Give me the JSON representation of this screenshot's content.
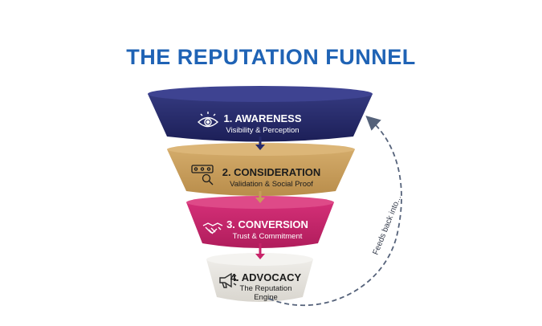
{
  "title": "THE REPUTATION FUNNEL",
  "colors": {
    "title": "#1f63b5",
    "awareness": "#262a6b",
    "consideration": "#c79d5b",
    "conversion": "#c8246a",
    "advocacy": "#e6e4df",
    "arrow": "#55627a"
  },
  "stages": [
    {
      "title": "1. AWARENESS",
      "subtitle": "Visibility & Perception",
      "icon": "eye-icon"
    },
    {
      "title": "2. CONSIDERATION",
      "subtitle": "Validation & Social Proof",
      "icon": "review-magnifier-icon"
    },
    {
      "title": "3. CONVERSION",
      "subtitle": "Trust & Commitment",
      "icon": "handshake-icon"
    },
    {
      "title": "4. ADVOCACY",
      "subtitle_line1": "The Reputation",
      "subtitle_line2": "Engine",
      "icon": "megaphone-icon"
    }
  ],
  "loop_label": "Feeds back into..."
}
